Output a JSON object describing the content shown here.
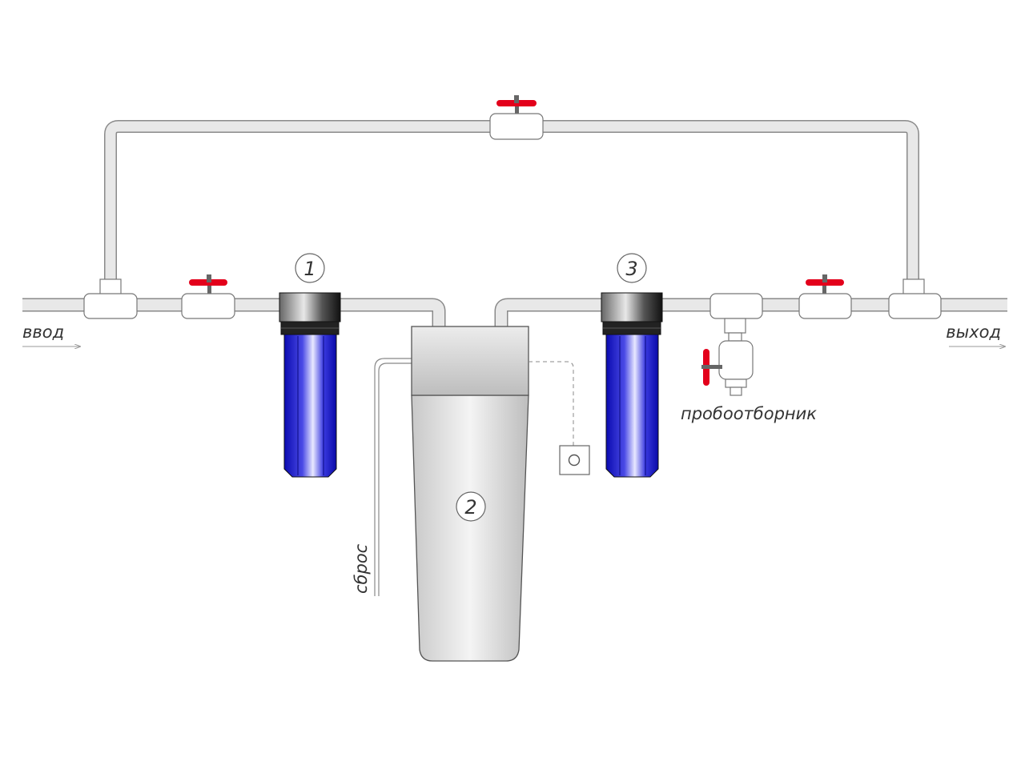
{
  "labels": {
    "inlet": "ввод",
    "outlet": "выход",
    "sampler": "пробоотборник",
    "drain": "сброс"
  },
  "numbers": {
    "filter_1": "1",
    "softener_2": "2",
    "filter_3": "3"
  },
  "colors": {
    "pipe_fill": "#e8e8e8",
    "pipe_stroke": "#8a8a8a",
    "valve_handle": "#e3001b",
    "filter_blue": "#2323c8",
    "filter_cap": "#111111"
  }
}
